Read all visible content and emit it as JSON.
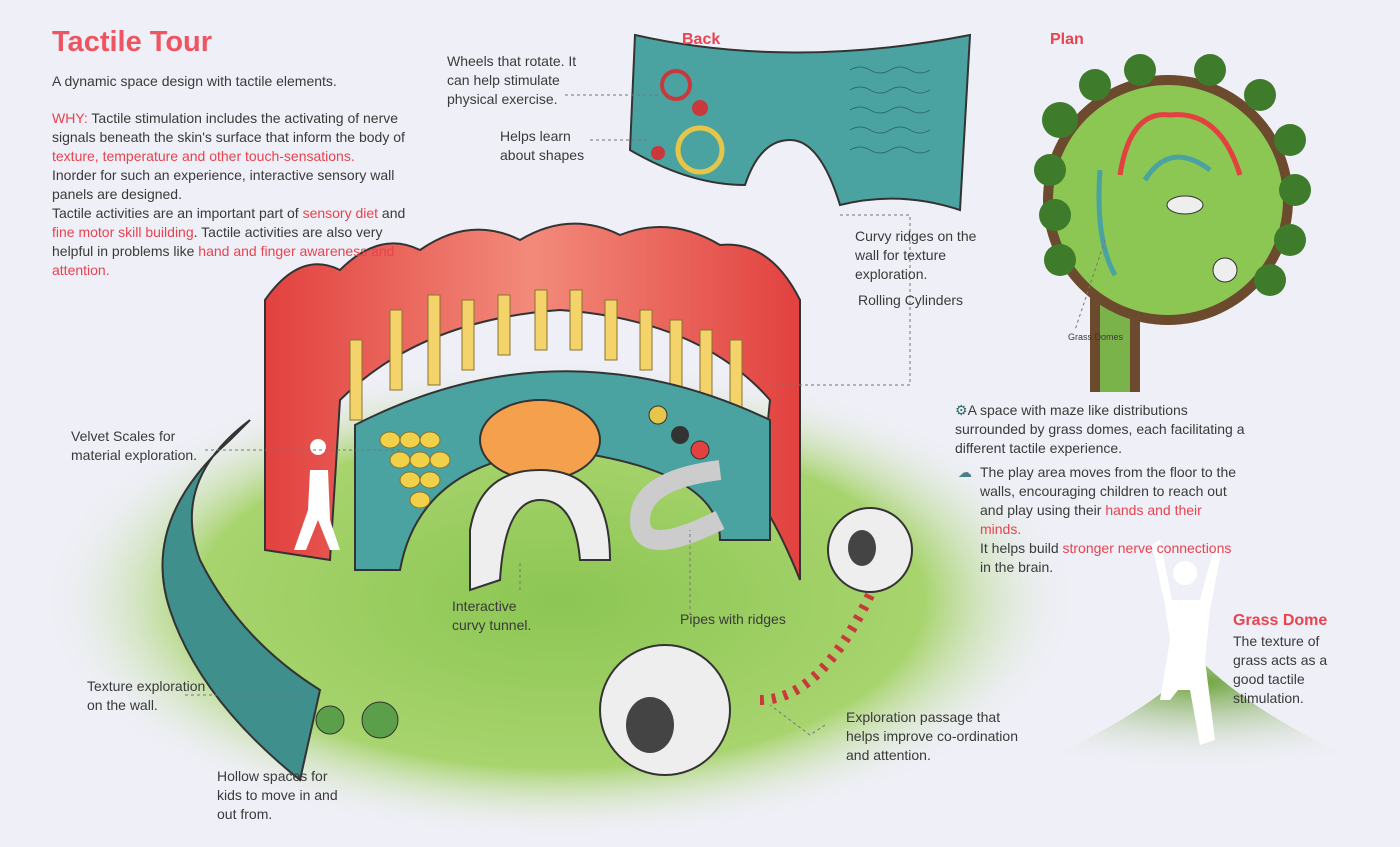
{
  "title": "Tactile Tour",
  "subtitle": "A dynamic space design with tactile elements.",
  "why": {
    "label": "WHY:",
    "p1": " Tactile stimulation includes the activating of nerve signals beneath the skin's surface that inform the body of ",
    "p1_hl": "texture, temperature and other touch-sensations.",
    "p2": "Inorder for such an experience, interactive sensory wall panels are designed.",
    "p3a": "Tactile activities are an important part of ",
    "p3_hl1": "sensory diet",
    "p3b": " and ",
    "p3_hl2": "fine motor skill building",
    "p3c": ". Tactile activities are also very helpful in problems like ",
    "p3_hl3": "hand and finger awareness and attention."
  },
  "headings": {
    "back": "Back",
    "plan": "Plan",
    "grass_dome": "Grass Dome"
  },
  "labels": {
    "wheels": "Wheels that rotate. It can help stimulate physical exercise.",
    "shapes": "Helps learn about shapes",
    "ridges": "Curvy ridges on the wall for texture exploration.",
    "cylinders": "Rolling Cylinders",
    "grass_domes": "Grass Domes",
    "velvet": "Velvet Scales for material exploration.",
    "tunnel": "Interactive curvy tunnel.",
    "pipes": "Pipes with ridges",
    "texture": "Texture exploration on the wall.",
    "passage": "Exploration passage that helps improve co-ordination and attention.",
    "hollow": "Hollow spaces for kids to move in and out from.",
    "grass_dome_text": "The texture of grass acts as a good tactile stimulation."
  },
  "notes": {
    "n1": "A space with maze like distributions surrounded by grass domes, each facilitating a different tactile experience.",
    "n2a": "The play area moves from the floor to the walls, encouraging children to reach out and play using their ",
    "n2_hl1": "hands and their minds.",
    "n2b": "It helps build ",
    "n2_hl2": "stronger nerve connections",
    "n2c": " in the brain."
  },
  "colors": {
    "accent": "#e8434f",
    "teal": "#4aa3a0",
    "red_wall": "#e4534f",
    "grass": "#8cc653"
  }
}
